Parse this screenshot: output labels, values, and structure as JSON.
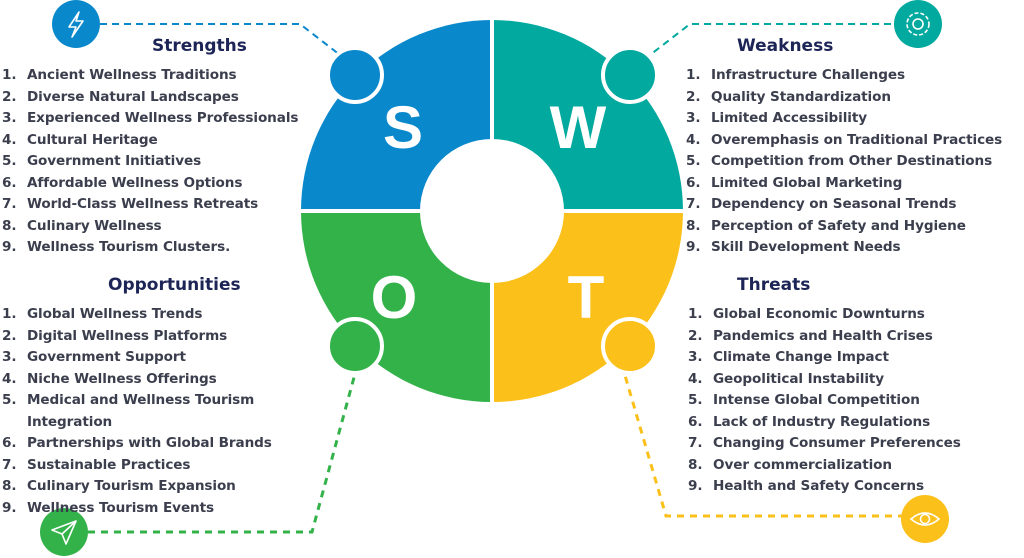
{
  "colors": {
    "strengths": "#0a88cc",
    "weakness": "#02a99f",
    "opportunities": "#34b24a",
    "threats": "#fbc01a",
    "title": "#1d2556",
    "text": "#3b3e4d"
  },
  "quadrants": {
    "strengths": {
      "letter": "S",
      "icon": "lightning-bolt-icon"
    },
    "weakness": {
      "letter": "W",
      "icon": "gear-icon"
    },
    "opportunities": {
      "letter": "O",
      "icon": "paper-plane-icon"
    },
    "threats": {
      "letter": "T",
      "icon": "eye-icon"
    }
  },
  "strengths": {
    "title": "Strengths",
    "items": [
      {
        "num": "1.",
        "text": "Ancient Wellness Traditions"
      },
      {
        "num": "2.",
        "text": "Diverse Natural Landscapes"
      },
      {
        "num": "3.",
        "text": "Experienced Wellness Professionals"
      },
      {
        "num": "4.",
        "text": "Cultural Heritage"
      },
      {
        "num": "5.",
        "text": "Government Initiatives"
      },
      {
        "num": "6.",
        "text": "Affordable Wellness Options"
      },
      {
        "num": "7.",
        "text": "World-Class Wellness Retreats"
      },
      {
        "num": "8.",
        "text": "Culinary Wellness"
      },
      {
        "num": "9.",
        "text": "Wellness Tourism Clusters."
      }
    ]
  },
  "weakness": {
    "title": "Weakness",
    "items": [
      {
        "num": "1.",
        "text": "Infrastructure Challenges"
      },
      {
        "num": "2.",
        "text": "Quality Standardization"
      },
      {
        "num": "3.",
        "text": "Limited Accessibility"
      },
      {
        "num": "4.",
        "text": "Overemphasis on Traditional Practices"
      },
      {
        "num": "5.",
        "text": "Competition from Other Destinations"
      },
      {
        "num": "6.",
        "text": "Limited Global Marketing"
      },
      {
        "num": "7.",
        "text": "Dependency on Seasonal Trends"
      },
      {
        "num": "8.",
        "text": "Perception of Safety and Hygiene"
      },
      {
        "num": "9.",
        "text": "Skill Development Needs"
      }
    ]
  },
  "opportunities": {
    "title": "Opportunities",
    "items": [
      {
        "num": "1.",
        "text": "Global Wellness Trends"
      },
      {
        "num": "2.",
        "text": "Digital Wellness Platforms"
      },
      {
        "num": "3.",
        "text": "Government Support"
      },
      {
        "num": "4.",
        "text": "Niche Wellness Offerings"
      },
      {
        "num": "5.",
        "text": "Medical and Wellness Tourism",
        "cont": "Integration"
      },
      {
        "num": "6.",
        "text": "Partnerships with Global Brands"
      },
      {
        "num": "7.",
        "text": "Sustainable Practices"
      },
      {
        "num": "8.",
        "text": "Culinary Tourism Expansion"
      },
      {
        "num": "9.",
        "text": "Wellness Tourism Events"
      }
    ]
  },
  "threats": {
    "title": "Threats",
    "items": [
      {
        "num": "1.",
        "text": "Global Economic Downturns"
      },
      {
        "num": "2.",
        "text": "Pandemics and Health Crises"
      },
      {
        "num": "3.",
        "text": "Climate Change Impact"
      },
      {
        "num": "4.",
        "text": "Geopolitical Instability"
      },
      {
        "num": "5.",
        "text": "Intense Global Competition"
      },
      {
        "num": "6.",
        "text": "Lack of Industry Regulations"
      },
      {
        "num": "7.",
        "text": "Changing Consumer Preferences"
      },
      {
        "num": "8.",
        "text": "Over commercialization"
      },
      {
        "num": "9.",
        "text": "Health and Safety Concerns"
      }
    ]
  }
}
